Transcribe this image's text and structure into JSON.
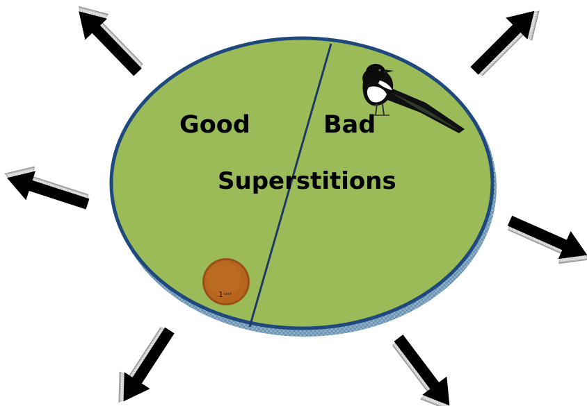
{
  "diagram": {
    "center_title": "Superstitions",
    "left_label": "Good",
    "right_label": "Bad",
    "coin": {
      "value": "1",
      "unit": "cent"
    },
    "arrow_count": 6,
    "colors": {
      "oval_fill": "#9bbb59",
      "oval_border": "#1f497d",
      "divider": "#1f3864",
      "coin_fill": "#b5651d",
      "arrow_fill": "#000000",
      "arrow_shadow": "#d0d0d0"
    },
    "icons": [
      "magpie-bird-icon",
      "one-cent-coin-icon",
      "outward-arrow-icon"
    ]
  }
}
